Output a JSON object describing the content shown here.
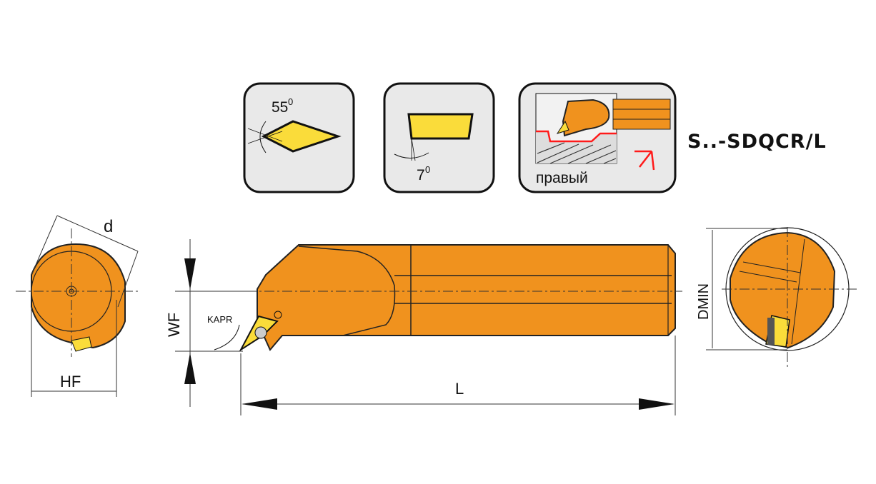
{
  "title": "S..-SDQCR/L",
  "icons": {
    "insert_angle": "55",
    "clearance_angle": "7",
    "degree_mark": "0",
    "hand": "правый"
  },
  "dimensions": {
    "d": "d",
    "hf": "HF",
    "wf": "WF",
    "kapr": "KAPR",
    "l": "L",
    "dmin": "DMIN"
  },
  "colors": {
    "body": "#f0921e",
    "insert": "#fadc3a",
    "panel": "#e9e9e9",
    "red": "#ff1a1a"
  }
}
